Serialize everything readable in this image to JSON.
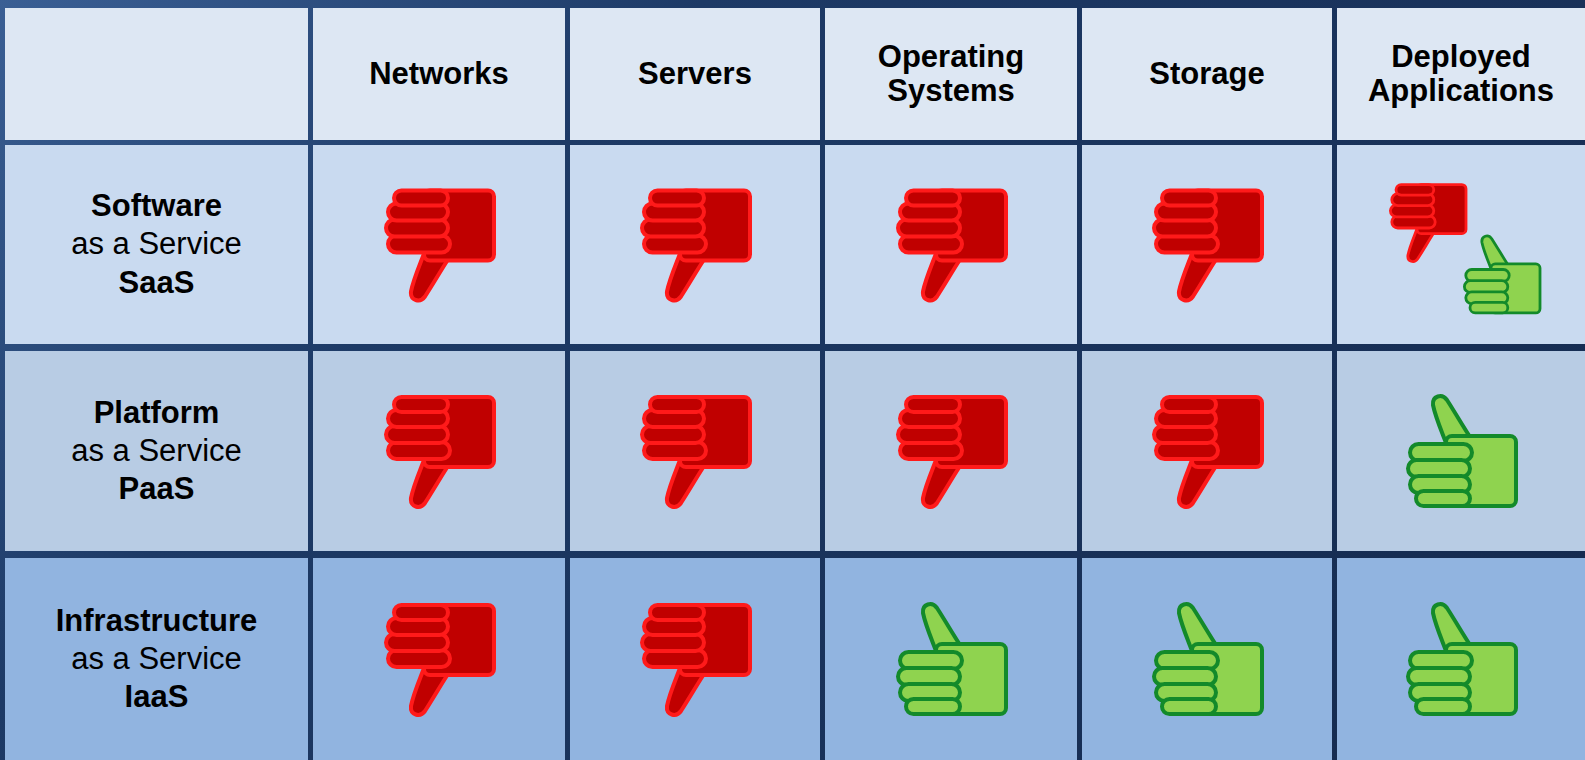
{
  "diagram": {
    "labels": [
      "Networks",
      "Servers",
      "Operating Systems",
      "Storage",
      "Deployed Applications",
      "Software",
      "as a Service",
      "SaaS",
      "Platform",
      "as a Service",
      "PaaS",
      "Infrastructure",
      "as a Service",
      "IaaS"
    ]
  }
}
